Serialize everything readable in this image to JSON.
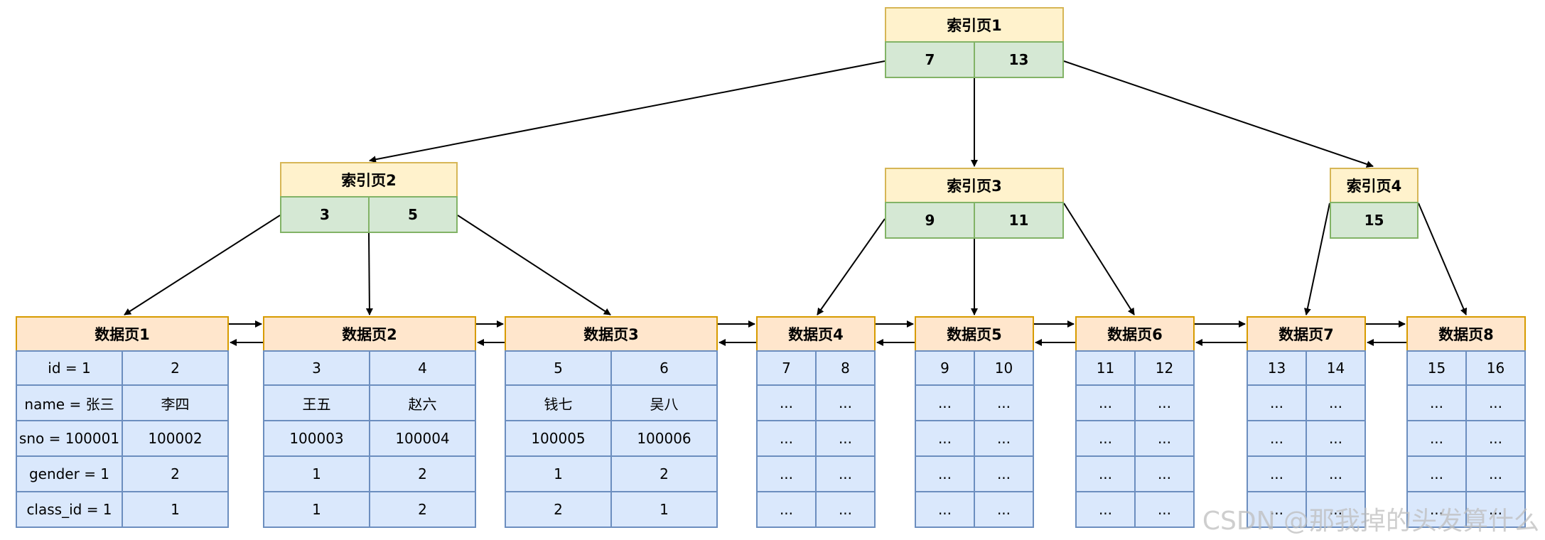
{
  "index_pages": [
    {
      "id": "idx1",
      "title": "索引页1",
      "keys": [
        "7",
        "13"
      ]
    },
    {
      "id": "idx2",
      "title": "索引页2",
      "keys": [
        "3",
        "5"
      ]
    },
    {
      "id": "idx3",
      "title": "索引页3",
      "keys": [
        "9",
        "11"
      ]
    },
    {
      "id": "idx4",
      "title": "索引页4",
      "keys": [
        "15"
      ]
    }
  ],
  "data_pages": [
    {
      "id": "dp1",
      "title": "数据页1",
      "rows": [
        [
          "id = 1",
          "2"
        ],
        [
          "name = 张三",
          "李四"
        ],
        [
          "sno = 100001",
          "100002"
        ],
        [
          "gender = 1",
          "2"
        ],
        [
          "class_id = 1",
          "1"
        ]
      ]
    },
    {
      "id": "dp2",
      "title": "数据页2",
      "rows": [
        [
          "3",
          "4"
        ],
        [
          "王五",
          "赵六"
        ],
        [
          "100003",
          "100004"
        ],
        [
          "1",
          "2"
        ],
        [
          "1",
          "2"
        ]
      ]
    },
    {
      "id": "dp3",
      "title": "数据页3",
      "rows": [
        [
          "5",
          "6"
        ],
        [
          "钱七",
          "吴八"
        ],
        [
          "100005",
          "100006"
        ],
        [
          "1",
          "2"
        ],
        [
          "2",
          "1"
        ]
      ]
    },
    {
      "id": "dp4",
      "title": "数据页4",
      "rows": [
        [
          "7",
          "8"
        ],
        [
          "...",
          "..."
        ],
        [
          "...",
          "..."
        ],
        [
          "...",
          "..."
        ],
        [
          "...",
          "..."
        ]
      ]
    },
    {
      "id": "dp5",
      "title": "数据页5",
      "rows": [
        [
          "9",
          "10"
        ],
        [
          "...",
          "..."
        ],
        [
          "...",
          "..."
        ],
        [
          "...",
          "..."
        ],
        [
          "...",
          "..."
        ]
      ]
    },
    {
      "id": "dp6",
      "title": "数据页6",
      "rows": [
        [
          "11",
          "12"
        ],
        [
          "...",
          "..."
        ],
        [
          "...",
          "..."
        ],
        [
          "...",
          "..."
        ],
        [
          "...",
          "..."
        ]
      ]
    },
    {
      "id": "dp7",
      "title": "数据页7",
      "rows": [
        [
          "13",
          "14"
        ],
        [
          "...",
          "..."
        ],
        [
          "...",
          "..."
        ],
        [
          "...",
          "..."
        ],
        [
          "...",
          "..."
        ]
      ]
    },
    {
      "id": "dp8",
      "title": "数据页8",
      "rows": [
        [
          "15",
          "16"
        ],
        [
          "...",
          "..."
        ],
        [
          "...",
          "..."
        ],
        [
          "...",
          "..."
        ],
        [
          "...",
          "..."
        ]
      ]
    }
  ],
  "watermark": "CSDN @那我掉的头发算什么"
}
